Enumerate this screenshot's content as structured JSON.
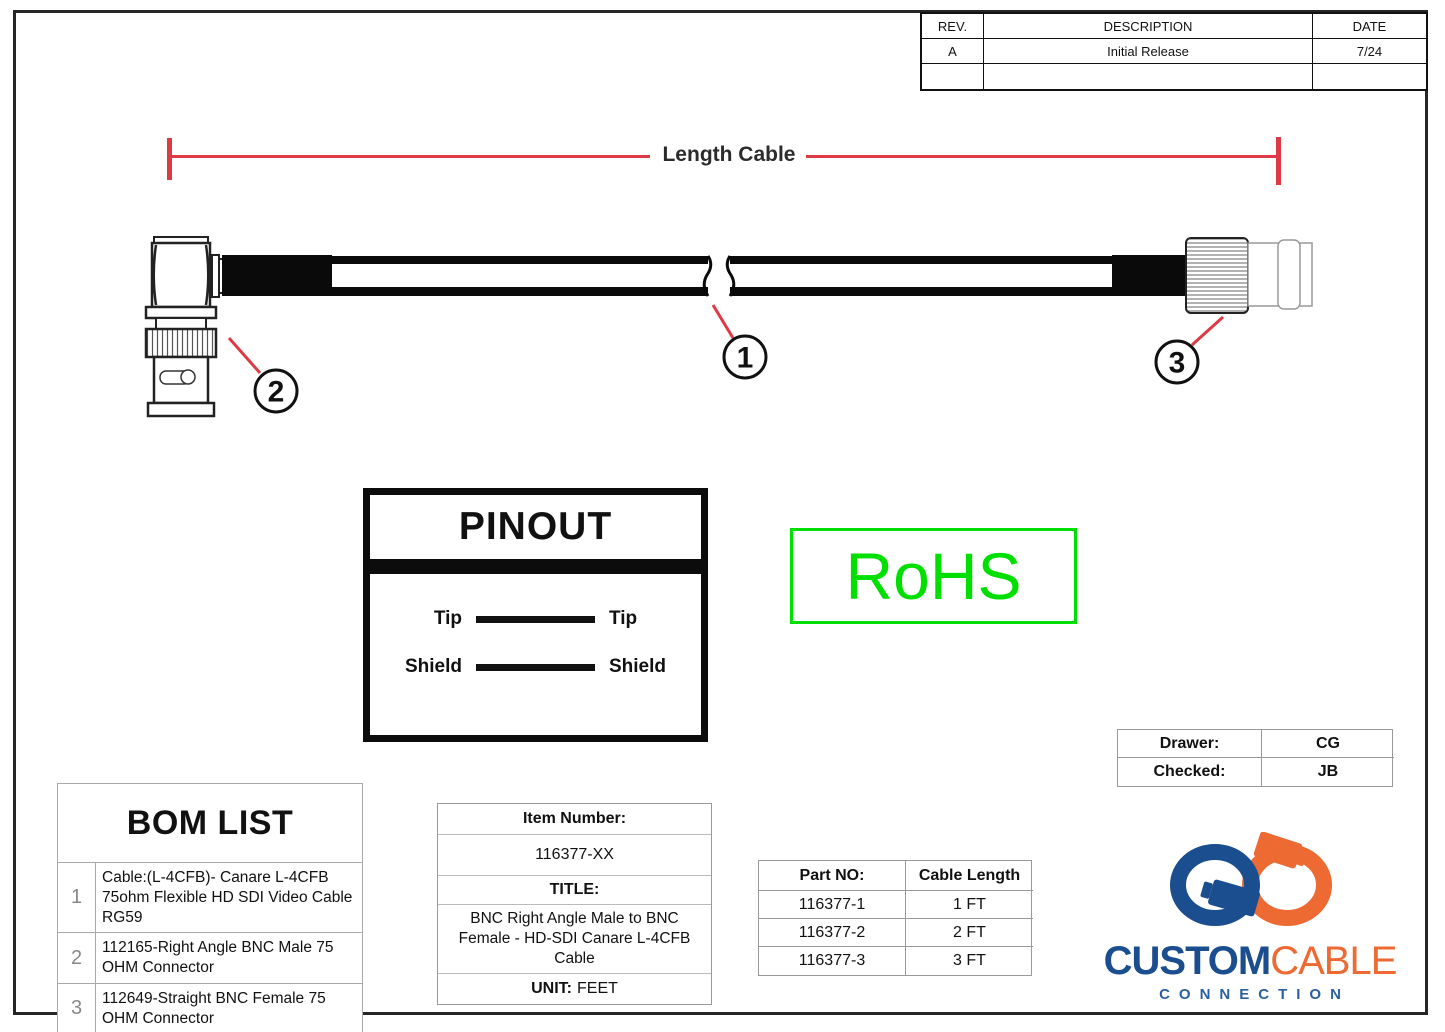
{
  "revision_table": {
    "headers": [
      "REV.",
      "DESCRIPTION",
      "DATE"
    ],
    "rows": [
      [
        "A",
        "Initial Release",
        "7/24"
      ],
      [
        "",
        "",
        ""
      ]
    ]
  },
  "dimension": {
    "label": "Length Cable",
    "color": "#dd3a45"
  },
  "callouts": {
    "c1": "1",
    "c2": "2",
    "c3": "3"
  },
  "pinout": {
    "title": "PINOUT",
    "rows": [
      {
        "left": "Tip",
        "right": "Tip"
      },
      {
        "left": "Shield",
        "right": "Shield"
      }
    ]
  },
  "rohs": {
    "label": "RoHS",
    "color": "#00e000"
  },
  "approval": {
    "drawer_label": "Drawer:",
    "drawer_value": "CG",
    "checked_label": "Checked:",
    "checked_value": "JB"
  },
  "bom": {
    "title": "BOM LIST",
    "rows": [
      {
        "num": "1",
        "desc": "Cable:(L-4CFB)- Canare L-4CFB 75ohm Flexible HD SDI Video Cable RG59"
      },
      {
        "num": "2",
        "desc": "112165-Right Angle BNC Male 75 OHM Connector"
      },
      {
        "num": "3",
        "desc": "112649-Straight BNC Female 75 OHM Connector"
      }
    ]
  },
  "item_info": {
    "item_number_label": "Item Number:",
    "item_number": "116377-XX",
    "title_label": "TITLE:",
    "title": "BNC Right Angle Male to BNC Female - HD-SDI Canare L-4CFB Cable",
    "unit_label": "UNIT:",
    "unit_value": "FEET"
  },
  "part_table": {
    "headers": [
      "Part NO:",
      "Cable Length"
    ],
    "rows": [
      [
        "116377-1",
        "1 FT"
      ],
      [
        "116377-2",
        "2 FT"
      ],
      [
        "116377-3",
        "3 FT"
      ]
    ]
  },
  "logo": {
    "custom": "CUSTOM",
    "cable": "CABLE",
    "connection": "CONNECTION",
    "blue": "#1b4e8e",
    "orange": "#ed6a33"
  }
}
